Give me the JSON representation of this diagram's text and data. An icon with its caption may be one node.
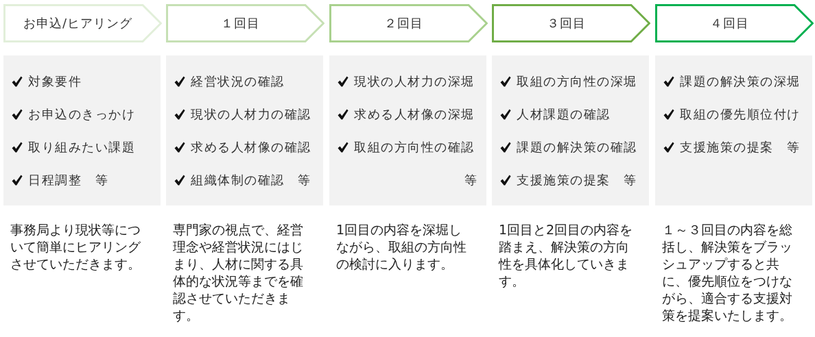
{
  "diagram": {
    "nodes": [
      {
        "text": [
          "お申込/ヒアリング"
        ]
      },
      {
        "text": [
          "１回目"
        ]
      },
      {
        "text": [
          "２回目"
        ]
      },
      {
        "text": [
          "３回目"
        ]
      },
      {
        "text": [
          "４回目"
        ]
      },
      {
        "text": [
          "対象要件",
          "お申込のきっかけ",
          "取り組みたい課題",
          "日程調整　等"
        ],
        "beside": [
          "事務局より現状等について簡単にヒアリングさせていただきます。"
        ]
      },
      {
        "text": [
          "経営状況の確認",
          "現状の人材力の確認",
          "求める人材像の確認",
          "組織体制の確認　等"
        ],
        "beside": [
          "専門家の視点で、経営理念や経営状況にはじまり、人材に関する具体的な状況等までを確認させていただきます。"
        ]
      },
      {
        "text": [
          "現状の人材力の深堀",
          "求める人材像の深堀",
          "取組の方向性の確認",
          "等"
        ],
        "beside": [
          "1回目の内容を深堀しながら、取組の方向性の検討に入ります。"
        ]
      },
      {
        "text": [
          "取組の方向性の深堀",
          "人材課題の確認",
          "課題の解決策の確認",
          "支援施策の提案　等"
        ],
        "beside": [
          "1回目と2回目の内容を踏まえ、解決策の方向性を具体化していきます。"
        ]
      },
      {
        "text": [
          "課題の解決策の深堀",
          "取組の優先順位付け",
          "支援施策の提案　等"
        ],
        "beside": [
          "１～３回目の内容を総括し、解決策をブラッシュアップすると共に、優先順位をつけながら、適合する支援対策を提案いたします。"
        ]
      }
    ]
  }
}
